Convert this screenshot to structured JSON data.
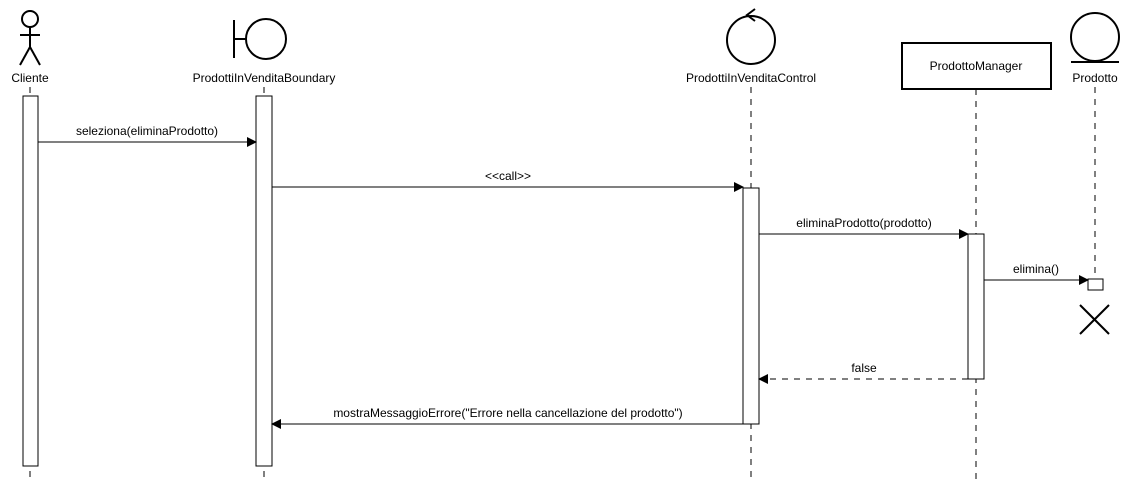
{
  "participants": [
    {
      "id": "cliente",
      "label": "Cliente",
      "kind": "actor"
    },
    {
      "id": "boundary",
      "label": "ProdottiInVenditaBoundary",
      "kind": "boundary"
    },
    {
      "id": "control",
      "label": "ProdottiInVenditaControl",
      "kind": "control"
    },
    {
      "id": "manager",
      "label": "ProdottoManager",
      "kind": "object"
    },
    {
      "id": "prodotto",
      "label": "Prodotto",
      "kind": "entity"
    }
  ],
  "messages": [
    {
      "id": "m1",
      "label": "seleziona(eliminaProdotto)",
      "from": "cliente",
      "to": "boundary",
      "style": "sync"
    },
    {
      "id": "m2",
      "label": "<<call>>",
      "from": "boundary",
      "to": "control",
      "style": "sync"
    },
    {
      "id": "m3",
      "label": "eliminaProdotto(prodotto)",
      "from": "control",
      "to": "manager",
      "style": "sync"
    },
    {
      "id": "m4",
      "label": "elimina()",
      "from": "manager",
      "to": "prodotto",
      "style": "sync"
    },
    {
      "id": "m5",
      "label": "false",
      "from": "manager",
      "to": "control",
      "style": "return"
    },
    {
      "id": "m6",
      "label": "mostraMessaggioErrore(\"Errore nella cancellazione del prodotto\")",
      "from": "control",
      "to": "boundary",
      "style": "sync"
    }
  ],
  "destruction": {
    "participant": "prodotto"
  }
}
